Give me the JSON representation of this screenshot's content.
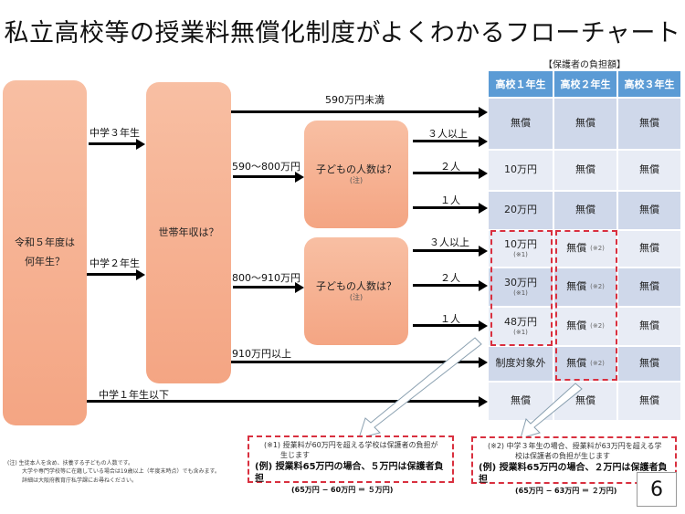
{
  "title": "私立高校等の授業料無償化制度がよくわかるフローチャート",
  "nodes": {
    "grade_question_line1": "令和５年度は",
    "grade_question_line2": "何年生？",
    "income_question": "世帯年収は？",
    "children_question_1": "子どもの人数は？",
    "children_question_1_note": "(注)",
    "children_question_2": "子どもの人数は？",
    "children_question_2_note": "(注)"
  },
  "edges": {
    "grade3": "中学３年生",
    "grade2": "中学２年生",
    "grade1_below": "中学１年生以下",
    "income_under_590": "590万円未満",
    "income_590_800": "590〜800万円",
    "income_800_910": "800〜910万円",
    "income_910_over": "910万円以上",
    "children_3plus_a": "３人以上",
    "children_2_a": "２人",
    "children_1_a": "１人",
    "children_3plus_b": "３人以上",
    "children_2_b": "２人",
    "children_1_b": "１人"
  },
  "table": {
    "caption": "【保護者の負担額】",
    "headers": [
      "高校１年生",
      "高校２年生",
      "高校３年生"
    ],
    "rows": [
      {
        "c1": "無償",
        "c1_sub": "",
        "c2": "無償",
        "c2_sub": "",
        "c3": "無償"
      },
      {
        "c1": "10万円",
        "c1_sub": "",
        "c2": "無償",
        "c2_sub": "",
        "c3": "無償"
      },
      {
        "c1": "20万円",
        "c1_sub": "",
        "c2": "無償",
        "c2_sub": "",
        "c3": "無償"
      },
      {
        "c1": "10万円",
        "c1_sub": "(※1)",
        "c2": "無償",
        "c2_sub": "(※2)",
        "c3": "無償"
      },
      {
        "c1": "30万円",
        "c1_sub": "(※1)",
        "c2": "無償",
        "c2_sub": "(※2)",
        "c3": "無償"
      },
      {
        "c1": "48万円",
        "c1_sub": "(※1)",
        "c2": "無償",
        "c2_sub": "(※2)",
        "c3": "無償"
      },
      {
        "c1": "制度対象外",
        "c1_sub": "",
        "c2": "無償",
        "c2_sub": "(※2)",
        "c3": "無償"
      },
      {
        "c1": "無償",
        "c1_sub": "",
        "c2": "無償",
        "c2_sub": "",
        "c3": "無償"
      }
    ]
  },
  "callouts": {
    "note1": {
      "text_line1": "(※1) 授業料が60万円を超える学校は保護者の負担が",
      "text_line2": "生じます",
      "example": "(例) 授業料65万円の場合、５万円は保護者負担",
      "calc": "(65万円 − 60万円 ＝ ５万円)"
    },
    "note2": {
      "text_line1": "(※2) 中学３年生の場合、授業料が63万円を超える学",
      "text_line2": "校は保護者の負担が生じます",
      "example": "(例) 授業料65万円の場合、２万円は保護者負担",
      "calc": "(65万円 − 63万円 ＝ ２万円)"
    }
  },
  "footnote": {
    "line1": "(注) 生徒本人を含め、扶養する子どもの人数です。",
    "line2": "大学や専門学校等に在籍している場合は19歳以上（年度末時点）でも含みます。",
    "line3": "詳細は大阪府教育庁私学課にお尋ねください。"
  },
  "page_number": "6",
  "colors": {
    "node_fill_top": "#f8bfa3",
    "node_fill_bottom": "#f4a583",
    "header_blue": "#5b9bd5",
    "row_dark": "#cfd8ea",
    "row_light": "#e8ecf5",
    "dash_red": "#d9303f"
  }
}
